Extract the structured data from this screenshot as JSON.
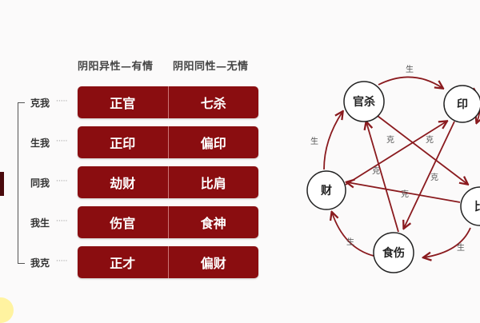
{
  "headers": {
    "yang_yin_different": "阴阳异性—有情",
    "yang_yin_same": "阴阳同性—无情"
  },
  "rows": [
    {
      "relation": "克我",
      "different": "正官",
      "same": "七杀"
    },
    {
      "relation": "生我",
      "different": "正印",
      "same": "偏印"
    },
    {
      "relation": "同我",
      "different": "劫财",
      "same": "比肩"
    },
    {
      "relation": "我生",
      "different": "伤官",
      "same": "食神"
    },
    {
      "relation": "我克",
      "different": "正才",
      "same": "偏财"
    }
  ],
  "dots": "·····",
  "cycle": {
    "nodes": [
      "官杀",
      "印",
      "比",
      "食伤",
      "财"
    ],
    "generate_label": "生",
    "control_label": "克"
  },
  "colors": {
    "box": "#8a0d10",
    "arrow": "#8a1a1e"
  }
}
